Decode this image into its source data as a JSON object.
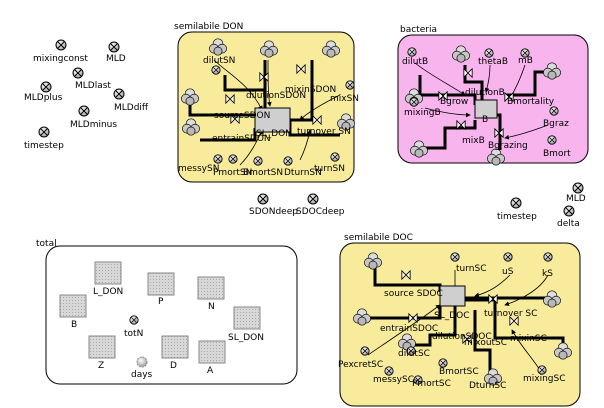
{
  "colors": {
    "don_fill": "#f8ec9c",
    "doc_fill": "#f8ec9c",
    "bacteria_fill": "#f8b4ec",
    "total_fill": "#ffffff",
    "stock_fill": "#cfcfcf"
  },
  "free_variables": [
    {
      "id": "mixingconst",
      "label": "mixingconst"
    },
    {
      "id": "mld1",
      "label": "MLD"
    },
    {
      "id": "mldlast",
      "label": "MLDlast"
    },
    {
      "id": "mldplus",
      "label": "MLDplus"
    },
    {
      "id": "mlddiff",
      "label": "MLDdiff"
    },
    {
      "id": "mldminus",
      "label": "MLDminus"
    },
    {
      "id": "timestep1",
      "label": "timestep"
    },
    {
      "id": "sdondeep",
      "label": "SDONdeep"
    },
    {
      "id": "sdocdeep",
      "label": "SDOCdeep"
    },
    {
      "id": "timestep2",
      "label": "timestep"
    },
    {
      "id": "mld2",
      "label": "MLD"
    },
    {
      "id": "delta",
      "label": "delta"
    }
  ],
  "sectors": {
    "don": {
      "title": "semilabile DON",
      "stock": "SL_DON",
      "labels": {
        "dilutSN": "dilutSN",
        "dilutionSDON": "dilutionSDON",
        "mixinSDON": "mixinSDON",
        "mixSN": "mixSN",
        "sourceSDON": "sourceSDON",
        "entrainSDON": "entrainSDON",
        "turnoverSN": "turnover SN",
        "messySN": "messySN",
        "PmortSN": "PmortSN",
        "BmortSN": "BmortSN",
        "DturnSN": "DturnSN",
        "turnSN": "turnSN"
      }
    },
    "bacteria": {
      "title": "bacteria",
      "stock": "B",
      "labels": {
        "dilutB": "dilutB",
        "thetaB": "thetaB",
        "mB": "mB",
        "Bgrow": "Bgrow",
        "dilutionB": "dilutionB",
        "Bmortality": "Bmortality",
        "mixingB": "mixingB",
        "mixB": "mixB",
        "Bgrazing": "Bgrazing",
        "Bgraz": "Bgraz",
        "Bmort": "Bmort"
      }
    },
    "total": {
      "title": "total",
      "labels": {
        "L_DON": "L_DON",
        "P": "P",
        "N": "N",
        "B": "B",
        "totN": "totN",
        "SL_DON": "SL_DON",
        "Z": "Z",
        "D": "D",
        "A": "A",
        "days": "days"
      }
    },
    "doc": {
      "title": "semilabile DOC",
      "stock": "SL_DOC",
      "labels": {
        "turnSC": "turnSC",
        "uS": "uS",
        "kS": "kS",
        "sourceSDOC": "source SDOC",
        "turnoverSC": "turnover SC",
        "entrainSDOC": "entrainSDOC",
        "dilutionSDOC": "dilutionSDOC",
        "mixoutSC": "mixoutSC",
        "mixinSC": "mixinSC",
        "PexcretSC": "PexcretSC",
        "dilutSC": "dilutSC",
        "messySC": "messySC",
        "BmortSC": "BmortSC",
        "PmortSC": "PmortSC",
        "DturnSC": "DturnSC",
        "mixingSC": "mixingSC"
      }
    }
  }
}
